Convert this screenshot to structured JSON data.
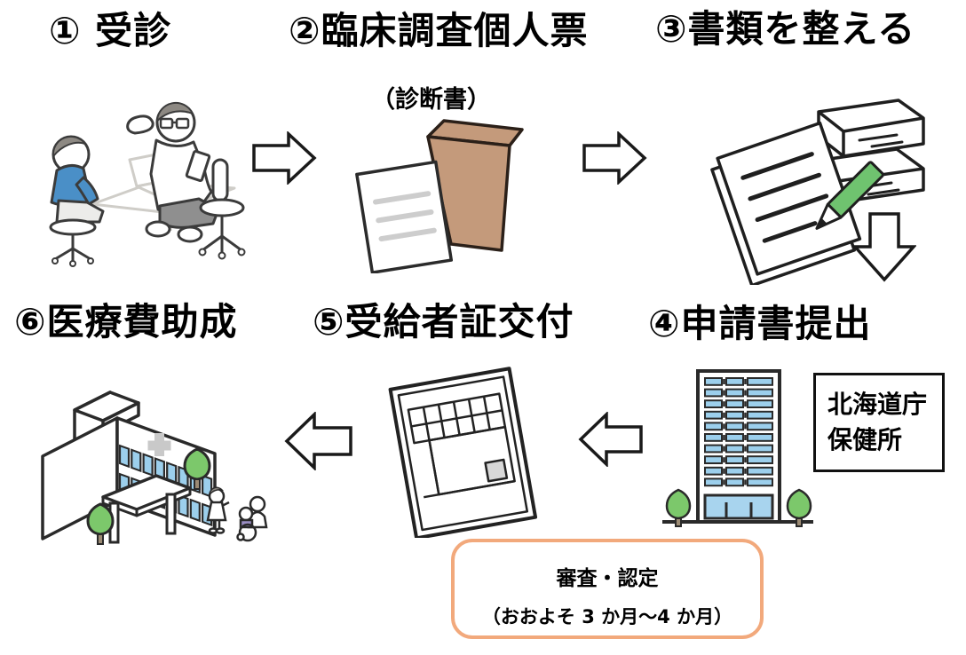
{
  "diagram": {
    "steps": [
      {
        "label": "① 受診",
        "illustration": "doctor-patient-consultation"
      },
      {
        "label": "②臨床調査個人票",
        "note": "（診断書）",
        "illustration": "envelope-with-document"
      },
      {
        "label": "③書類を整える",
        "illustration": "writing-documents-with-pencil"
      },
      {
        "label": "④申請書提出",
        "illustration": "government-office-building"
      },
      {
        "label": "⑤受給者証交付",
        "illustration": "recipient-certificate-card"
      },
      {
        "label": "⑥医療費助成",
        "illustration": "hospital-building"
      }
    ],
    "submit_office": {
      "line1": "北海道庁",
      "line2": "保健所"
    },
    "review": {
      "line1": "審査・認定",
      "line2": "（おおよそ 3 か月～4 か月）"
    },
    "colors": {
      "accent_orange": "#F2A97C",
      "envelope_brown": "#C49A7B",
      "pencil_green": "#6FC36F",
      "window_blue": "#9CCFEC",
      "tree_green": "#7CC86B",
      "patient_blue": "#4A8FC7",
      "text_black": "#000000"
    }
  }
}
